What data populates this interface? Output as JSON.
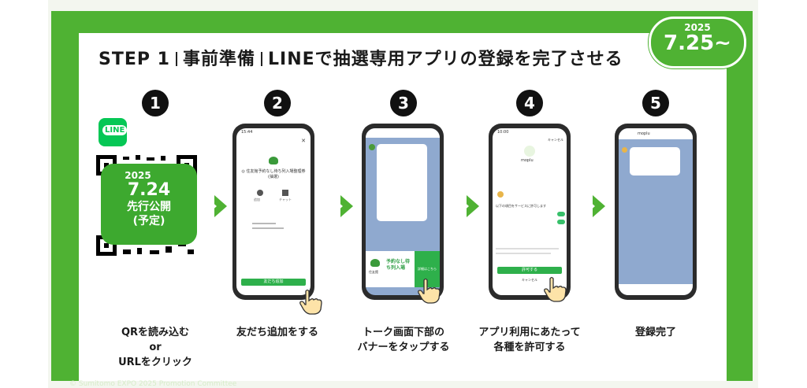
{
  "title": {
    "step": "STEP 1",
    "part1": "事前準備",
    "part2": "LINEで抽選専用アプリの登録を完了させる"
  },
  "date_badge": {
    "year": "2025",
    "date": "7.25~"
  },
  "preview_badge": {
    "year": "2025",
    "date": "7.24",
    "line1": "先行公開",
    "line2": "(予定)"
  },
  "line_logo": "LINE",
  "steps": [
    {
      "number": "1",
      "caption_lines": [
        "QRを読み込む",
        "or",
        "URLをクリック"
      ]
    },
    {
      "number": "2",
      "caption_lines": [
        "友だち追加をする"
      ]
    },
    {
      "number": "3",
      "caption_lines": [
        "トーク画面下部の",
        "バナーをタップする"
      ]
    },
    {
      "number": "4",
      "caption_lines": [
        "アプリ利用にあたって",
        "各種を許可する"
      ]
    },
    {
      "number": "5",
      "caption_lines": [
        "登録完了"
      ]
    }
  ],
  "phones": {
    "p2": {
      "time": "15:44",
      "heading": "◎ 住友館予約なし待ち列入場整理券 (抽選)",
      "btn_add": "追加",
      "btn_chat": "チャット",
      "cta": "友だち追加"
    },
    "p3": {
      "banner_text": "予約なし待ち列入場",
      "banner_right": "詳細はこちら",
      "brand": "住友館"
    },
    "p4": {
      "time": "10:00",
      "cancel": "キャンセル",
      "app_name": "moplu",
      "allow": "許可する",
      "cancel_btn": "キャンセル",
      "section": "以下の項目をサービスに許可します"
    },
    "p5": {
      "header": "moplu"
    }
  },
  "copyright": "© Sumitomo EXPO 2025 Promotion Committee",
  "colors": {
    "brand_green": "#4fb233",
    "line_green": "#06c755",
    "dark": "#111111"
  }
}
